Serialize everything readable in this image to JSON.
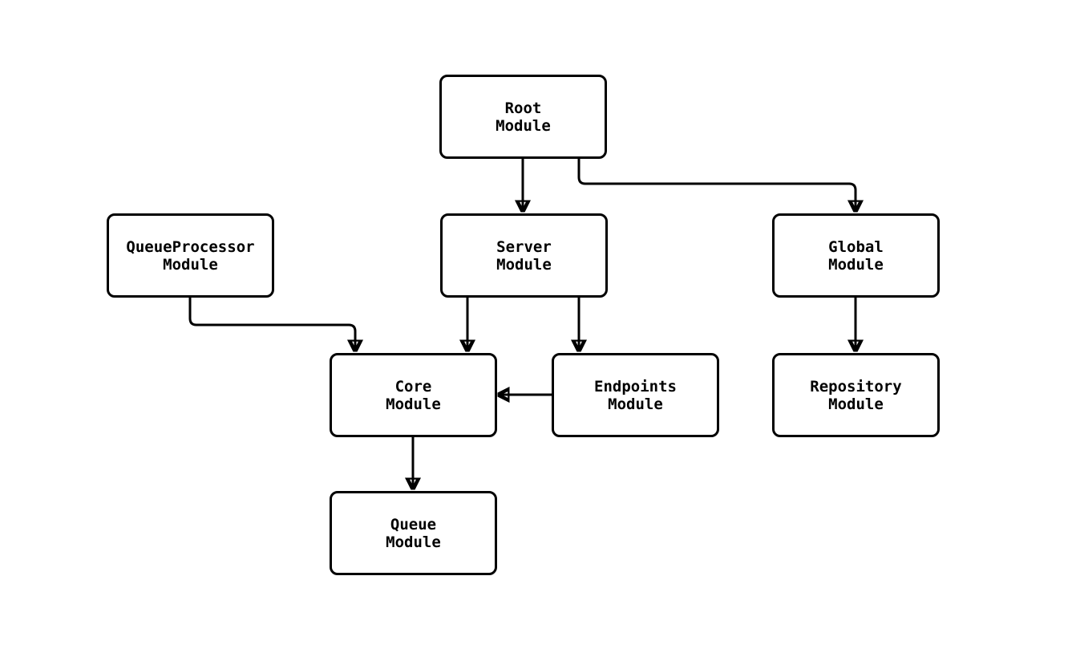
{
  "diagram": {
    "type": "flowchart",
    "background_color": "#ffffff",
    "node_fill_color": "#ffffff",
    "node_border_color": "#000000",
    "edge_color": "#000000",
    "text_color": "#000000",
    "nodes": [
      {
        "id": "root",
        "lines": [
          "Root",
          "Module"
        ]
      },
      {
        "id": "queueprocessor",
        "lines": [
          "QueueProcessor",
          "Module"
        ]
      },
      {
        "id": "server",
        "lines": [
          "Server",
          "Module"
        ]
      },
      {
        "id": "global",
        "lines": [
          "Global",
          "Module"
        ]
      },
      {
        "id": "core",
        "lines": [
          "Core",
          "Module"
        ]
      },
      {
        "id": "endpoints",
        "lines": [
          "Endpoints",
          "Module"
        ]
      },
      {
        "id": "repository",
        "lines": [
          "Repository",
          "Module"
        ]
      },
      {
        "id": "queue",
        "lines": [
          "Queue",
          "Module"
        ]
      }
    ],
    "edges": [
      {
        "from": "root",
        "to": "server"
      },
      {
        "from": "root",
        "to": "global"
      },
      {
        "from": "queueprocessor",
        "to": "core"
      },
      {
        "from": "server",
        "to": "core"
      },
      {
        "from": "server",
        "to": "endpoints"
      },
      {
        "from": "endpoints",
        "to": "core"
      },
      {
        "from": "core",
        "to": "queue"
      },
      {
        "from": "global",
        "to": "repository"
      }
    ]
  }
}
